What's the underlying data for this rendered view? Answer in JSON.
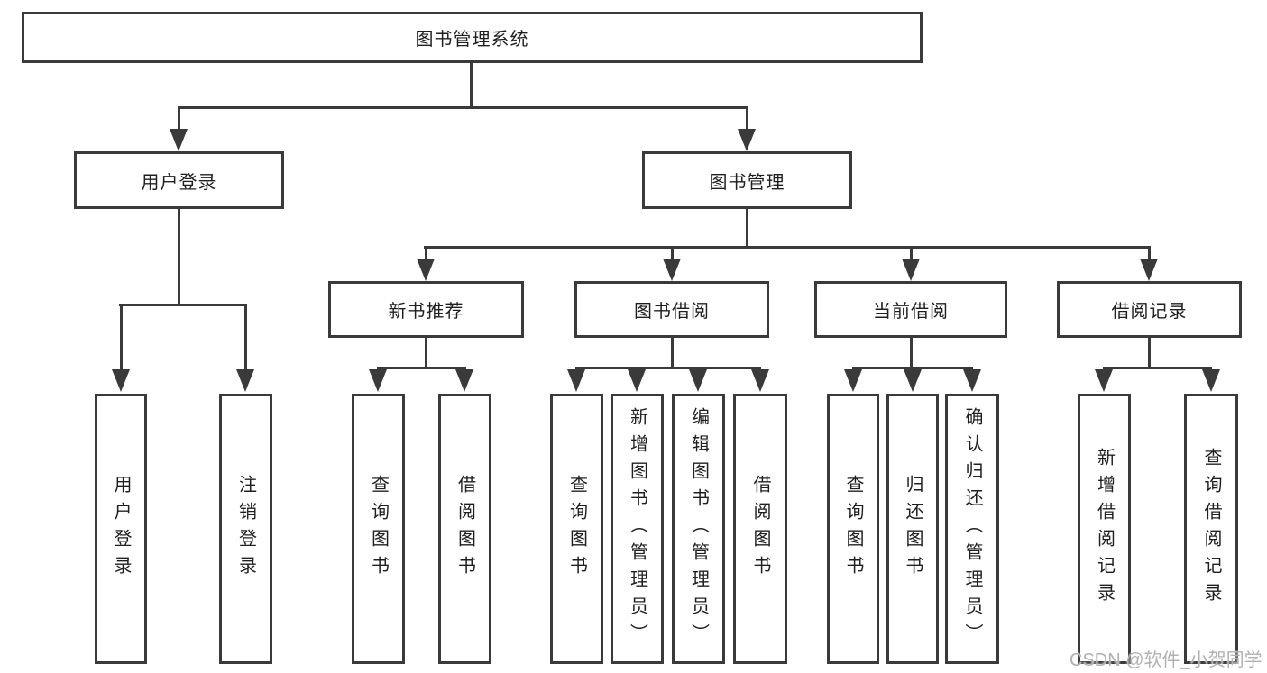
{
  "tree": {
    "label": "图书管理系统",
    "children": [
      {
        "label": "用户登录",
        "children": [
          {
            "label": "用户登录"
          },
          {
            "label": "注销登录"
          }
        ]
      },
      {
        "label": "图书管理",
        "children": [
          {
            "label": "新书推荐",
            "children": [
              {
                "label": "查询图书"
              },
              {
                "label": "借阅图书"
              }
            ]
          },
          {
            "label": "图书借阅",
            "children": [
              {
                "label": "查询图书"
              },
              {
                "label": "新增图书（管理员）"
              },
              {
                "label": "编辑图书（管理员）"
              },
              {
                "label": "借阅图书"
              }
            ]
          },
          {
            "label": "当前借阅",
            "children": [
              {
                "label": "查询图书"
              },
              {
                "label": "归还图书"
              },
              {
                "label": "确认归还（管理员）"
              }
            ]
          },
          {
            "label": "借阅记录",
            "children": [
              {
                "label": "新增借阅记录"
              },
              {
                "label": "查询借阅记录"
              }
            ]
          }
        ]
      }
    ]
  },
  "watermark": "CSDN @软件_小贺同学",
  "colors": {
    "line": "#3a3a3a",
    "text": "#1f1f1f",
    "watermark": "#b2b0b0",
    "background": "#ffffff"
  }
}
